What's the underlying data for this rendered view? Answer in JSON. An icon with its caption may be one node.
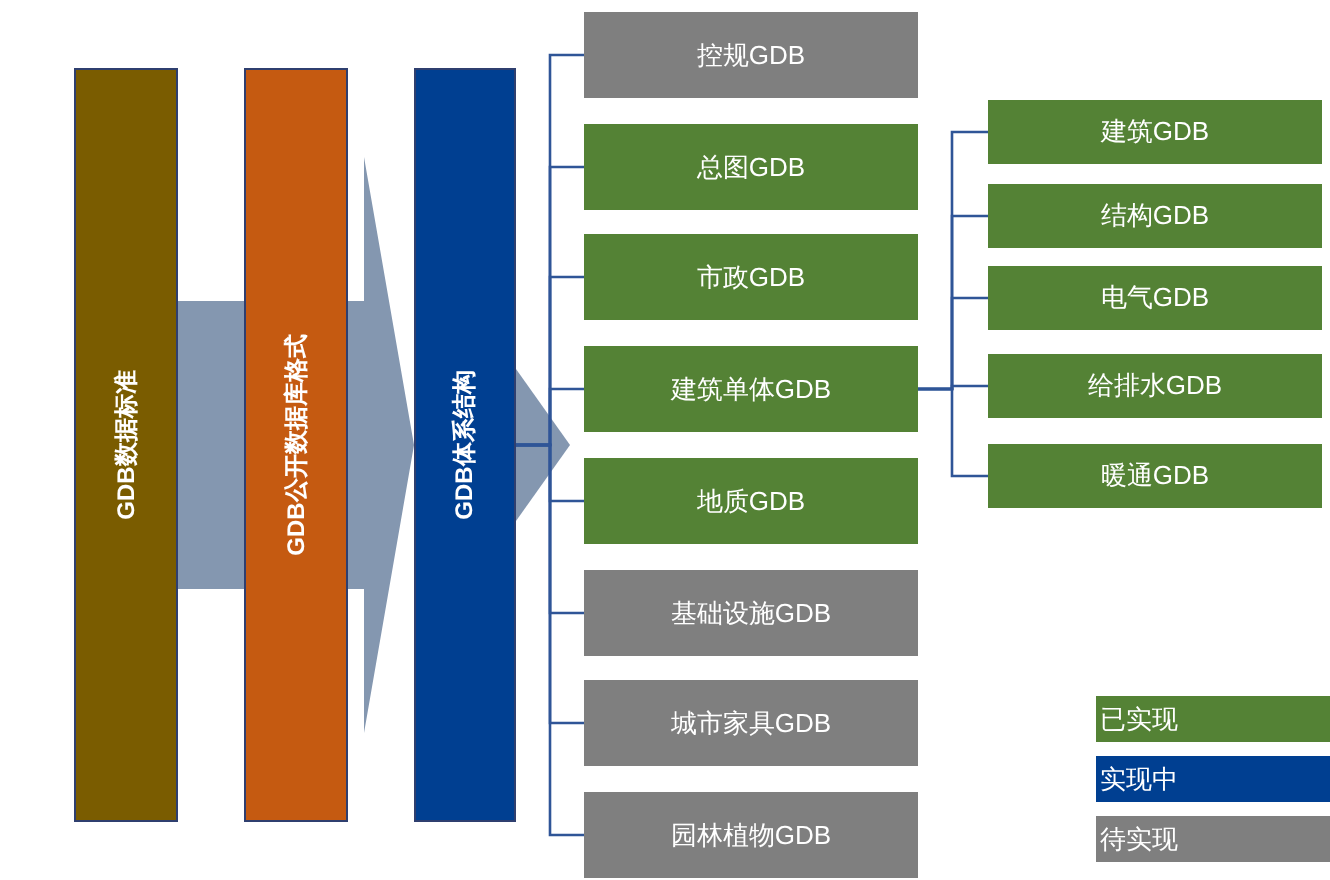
{
  "diagram": {
    "nodes": [
      {
        "text": [
          "GDB数据标准"
        ]
      },
      {
        "text": [
          "GDB公开数据库格式"
        ]
      },
      {
        "text": [
          "GDB体系结构"
        ]
      },
      {
        "text": [
          "控规GDB"
        ]
      },
      {
        "text": [
          "总图GDB"
        ]
      },
      {
        "text": [
          "市政GDB"
        ]
      },
      {
        "text": [
          "建筑单体GDB"
        ]
      },
      {
        "text": [
          "地质GDB"
        ]
      },
      {
        "text": [
          "基础设施GDB"
        ]
      },
      {
        "text": [
          "城市家具GDB"
        ]
      },
      {
        "text": [
          "园林植物GDB"
        ]
      },
      {
        "text": [
          "建筑GDB"
        ]
      },
      {
        "text": [
          "结构GDB"
        ]
      },
      {
        "text": [
          "电气GDB"
        ]
      },
      {
        "text": [
          "给排水GDB"
        ]
      },
      {
        "text": [
          "暖通GDB"
        ]
      }
    ],
    "edges": [
      {
        "from": 0,
        "to": 2,
        "arrow": "to",
        "style": "thick",
        "color": "#8497b0"
      },
      {
        "from": 2,
        "to": null,
        "arrow": "to",
        "style": "thick",
        "color": "#8497b0"
      },
      {
        "from": 2,
        "to": 3,
        "arrow": "none"
      },
      {
        "from": 2,
        "to": 4,
        "arrow": "none"
      },
      {
        "from": 2,
        "to": 5,
        "arrow": "none"
      },
      {
        "from": 2,
        "to": 6,
        "arrow": "none"
      },
      {
        "from": 2,
        "to": 7,
        "arrow": "none"
      },
      {
        "from": 2,
        "to": 8,
        "arrow": "none"
      },
      {
        "from": 2,
        "to": 9,
        "arrow": "none"
      },
      {
        "from": 2,
        "to": 10,
        "arrow": "none"
      },
      {
        "from": 6,
        "to": 11,
        "arrow": "none"
      },
      {
        "from": 6,
        "to": 12,
        "arrow": "none"
      },
      {
        "from": 6,
        "to": 13,
        "arrow": "none"
      },
      {
        "from": 6,
        "to": 14,
        "arrow": "none"
      },
      {
        "from": 6,
        "to": 15,
        "arrow": "none"
      }
    ],
    "legend": [
      {
        "text": "已实现",
        "color": "#548235"
      },
      {
        "text": "实现中",
        "color": "#003f91"
      },
      {
        "text": "待实现",
        "color": "#7f7f7f"
      }
    ]
  }
}
